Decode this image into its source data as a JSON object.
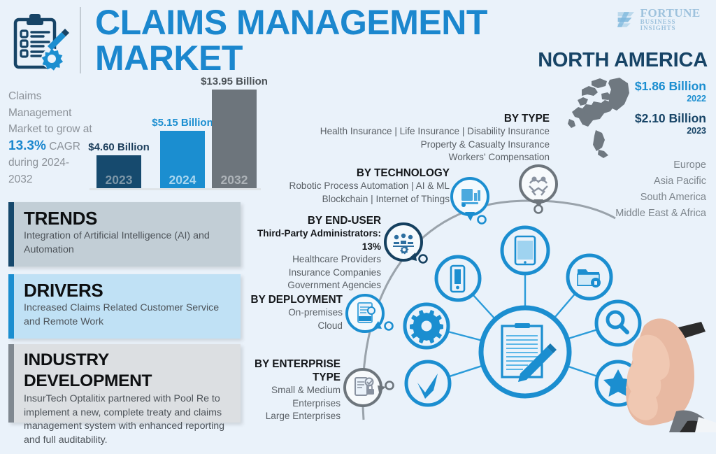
{
  "header": {
    "title": "CLAIMS MANAGEMENT MARKET",
    "icon": "clipboard-gear-icon",
    "logo": {
      "line1": "FORTUNE",
      "line2": "BUSINESS INSIGHTS",
      "mark": "fb-logo-icon"
    }
  },
  "cagr": {
    "lead": "Claims Management Market to grow at",
    "value": "13.3%",
    "trail": "CAGR during 2024-2032"
  },
  "chart_data": {
    "type": "bar",
    "title": "Claims Management Market Size",
    "categories": [
      "2023",
      "2024",
      "2032"
    ],
    "values": [
      4.6,
      5.15,
      13.95
    ],
    "value_labels": [
      "$4.60 Billion",
      "$5.15 Billion",
      "$13.95 Billion"
    ],
    "unit": "USD Billion",
    "xlabel": "",
    "ylabel": "",
    "ylim": [
      0,
      13.95
    ],
    "grid": false,
    "legend": "none",
    "colors": [
      "#164a6e",
      "#1b8ed0",
      "#6d757c"
    ]
  },
  "panels": [
    {
      "key": "trends",
      "title": "TRENDS",
      "body": "Integration of Artificial Intelligence (AI) and Automation",
      "accent": "#16486c",
      "bg": "#c2ced6"
    },
    {
      "key": "drivers",
      "title": "DRIVERS",
      "body": "Increased Claims Related Customer Service and Remote Work",
      "accent": "#1b8ed0",
      "bg": "#c0e1f5"
    },
    {
      "key": "industry",
      "title": "INDUSTRY DEVELOPMENT",
      "body": "InsurTech Optalitix partnered with Pool Re to implement a new, complete treaty and claims management system with  enhanced reporting and full auditability.",
      "accent": "#808890",
      "bg": "#dcdfe2"
    }
  ],
  "region": {
    "title": "NORTH AMERICA",
    "map_icon": "north-america-map",
    "values": [
      {
        "amount": "$1.86 Billion",
        "year": "2022",
        "color": "#1b8ed0"
      },
      {
        "amount": "$2.10 Billion",
        "year": "2023",
        "color": "#174466"
      }
    ],
    "other_regions": [
      "Europe",
      "Asia Pacific",
      "South America",
      "Middle East & Africa"
    ]
  },
  "segments": [
    {
      "key": "type",
      "title": "BY TYPE",
      "lines": [
        {
          "text": "Health Insurance  |  Life Insurance  |  Disability Insurance",
          "bold": false
        },
        {
          "text": "Property & Casualty Insurance",
          "bold": false
        },
        {
          "text": "Workers' Compensation",
          "bold": false
        }
      ]
    },
    {
      "key": "technology",
      "title": "BY TECHNOLOGY",
      "lines": [
        {
          "text": "Robotic Process Automation  |  AI & ML",
          "bold": false
        },
        {
          "text": "Blockchain  |  Internet of Things",
          "bold": false
        }
      ]
    },
    {
      "key": "end-user",
      "title": "BY END-USER",
      "lines": [
        {
          "text": "Third-Party Administrators: 13%",
          "bold": true
        },
        {
          "text": "Healthcare Providers",
          "bold": false
        },
        {
          "text": "Insurance Companies",
          "bold": false
        },
        {
          "text": "Government Agencies",
          "bold": false
        }
      ]
    },
    {
      "key": "deployment",
      "title": "BY DEPLOYMENT",
      "lines": [
        {
          "text": "On-premises",
          "bold": false
        },
        {
          "text": "Cloud",
          "bold": false
        }
      ]
    },
    {
      "key": "enterprise-type",
      "title": "BY ENTERPRISE TYPE",
      "lines": [
        {
          "text": "Small & Medium Enterprises",
          "bold": false
        },
        {
          "text": "Large Enterprises",
          "bold": false
        }
      ]
    }
  ],
  "hub": {
    "center_icon": "clipboard-pen-icon",
    "node_icons": [
      "tablet-icon",
      "folder-lock-icon",
      "magnifier-icon",
      "star-icon",
      "checkmark-icon",
      "gear-icon",
      "document-file-icon"
    ],
    "pin_icons": [
      "chart-presentation-pin-icon",
      "handshake-pin-icon",
      "team-gear-pin-icon",
      "claim-document-pin-icon",
      "enterprise-doc-pin-icon"
    ],
    "hand_icon": "hand-with-stylus"
  },
  "colors": {
    "background": "#eaf2fa",
    "brand_blue": "#1b87ce",
    "navy": "#174466",
    "gray": "#6d757c"
  }
}
